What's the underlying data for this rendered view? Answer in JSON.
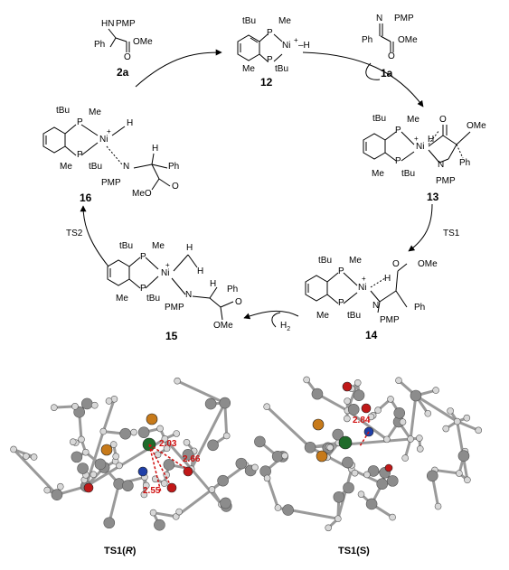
{
  "compounds": {
    "c12": {
      "id": "12",
      "ni": "Ni",
      "plus": "+",
      "h": "–H",
      "tbu1": "tBu",
      "me1": "Me",
      "me2": "Me",
      "tbu2": "tBu",
      "p1": "P",
      "p2": "P"
    },
    "c2a": {
      "id": "2a",
      "hn": "HN",
      "pmp": "PMP",
      "ph": "Ph",
      "o": "O",
      "ome": "OMe"
    },
    "c1a": {
      "id": "1a",
      "n": "N",
      "pmp": "PMP",
      "ph": "Ph",
      "ome": "OMe",
      "o": "O"
    },
    "c13": {
      "id": "13",
      "tbu1": "tBu",
      "me1": "Me",
      "me2": "Me",
      "tbu2": "tBu",
      "p1": "P",
      "p2": "P",
      "ni": "Ni",
      "plus": "+",
      "h": "H",
      "o": "O",
      "ome": "OMe",
      "n": "N",
      "pmp": "PMP",
      "ph": "Ph"
    },
    "c14": {
      "id": "14",
      "tbu1": "tBu",
      "me1": "Me",
      "me2": "Me",
      "tbu2": "tBu",
      "p1": "P",
      "p2": "P",
      "ni": "Ni",
      "plus": "+",
      "h": "H",
      "o": "O",
      "ome": "OMe",
      "n": "N",
      "pmp": "PMP",
      "ph": "Ph"
    },
    "c15": {
      "id": "15",
      "tbu1": "tBu",
      "me1": "Me",
      "me2": "Me",
      "tbu2": "tBu",
      "p1": "P",
      "p2": "P",
      "ni": "Ni",
      "plus": "+",
      "h1": "H",
      "h2": "H",
      "hc": "H",
      "n": "N",
      "pmp": "PMP",
      "ph": "Ph",
      "o": "O",
      "ome": "OMe"
    },
    "c16": {
      "id": "16",
      "tbu1": "tBu",
      "me1": "Me",
      "me2": "Me",
      "tbu2": "tBu",
      "p1": "P",
      "p2": "P",
      "ni": "Ni",
      "plus": "+",
      "h": "H",
      "hc": "H",
      "n": "N",
      "pmp": "PMP",
      "ph": "Ph",
      "o": "O",
      "meo": "MeO"
    }
  },
  "arrows": {
    "ts1": "TS1",
    "ts2": "TS2",
    "h2": "H",
    "h2sub": "2"
  },
  "structures": {
    "left": {
      "label": "TS1(",
      "label_it": "R",
      "label_end": ")",
      "distances": [
        "2.03",
        "2.66",
        "2.55"
      ]
    },
    "right": {
      "label": "TS1(S)",
      "distances": [
        "2.84"
      ]
    }
  }
}
